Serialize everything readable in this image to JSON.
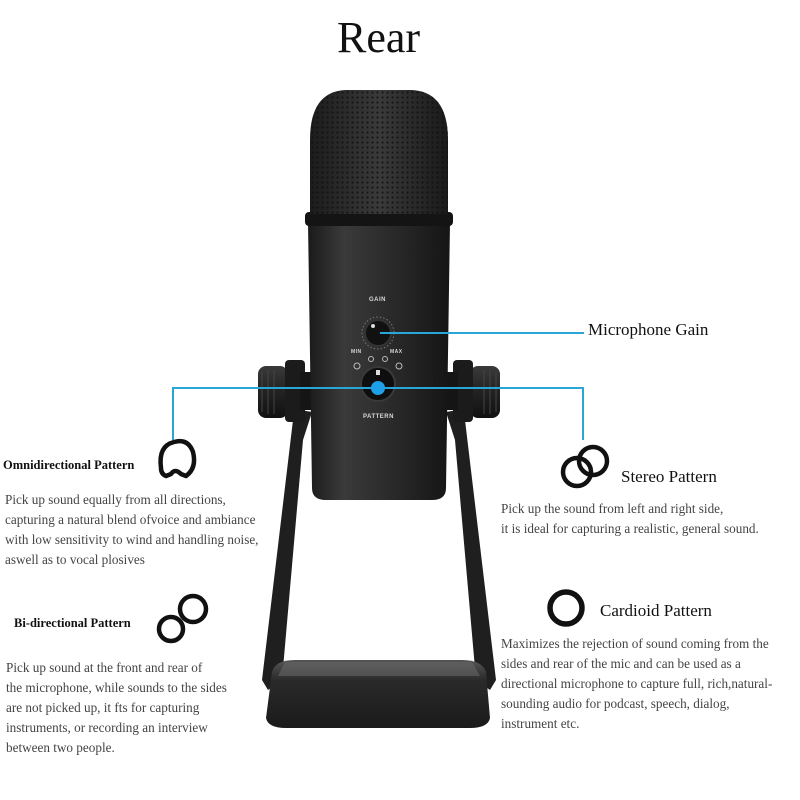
{
  "title": "Rear",
  "microphone": {
    "gain_label": "GAIN",
    "gain_min_label": "MIN",
    "gain_max_label": "MAX",
    "pattern_label": "PATTERN"
  },
  "callouts": {
    "gain": {
      "label": "Microphone Gain"
    }
  },
  "patterns": {
    "omnidirectional": {
      "title": "Omnidirectional Pattern",
      "icon": "omnidirectional-icon",
      "lines": [
        "Pick up sound equally from all directions,",
        "capturing a natural blend ofvoice and ambiance",
        "with low sensitivity to wind and handling noise,",
        "aswell as to vocal plosives"
      ]
    },
    "bidirectional": {
      "title": "Bi-directional Pattern",
      "icon": "figure-eight-icon",
      "lines": [
        "Pick up sound at the front and rear of",
        "the microphone, while sounds to the sides",
        "are not picked up, it fts for capturing",
        "instruments, or recording an interview",
        "between two people."
      ]
    },
    "stereo": {
      "title": "Stereo Pattern",
      "icon": "stereo-rings-icon",
      "lines": [
        "Pick up the sound from left and right side,",
        "it is ideal for capturing a realistic, general sound."
      ]
    },
    "cardioid": {
      "title": "Cardioid Pattern",
      "icon": "cardioid-ring-icon",
      "lines": [
        "Maximizes the rejection of sound coming from the",
        "sides and rear of the mic and can be used as a",
        "directional microphone to capture full, rich,natural-",
        "sounding audio for podcast, speech, dialog,",
        "instrument etc."
      ]
    }
  },
  "colors": {
    "callout_line": "#2aa6d6",
    "callout_dot": "#1ea0e8",
    "mic_body": "#262626",
    "text_heading": "#111111",
    "text_body": "#444444"
  }
}
